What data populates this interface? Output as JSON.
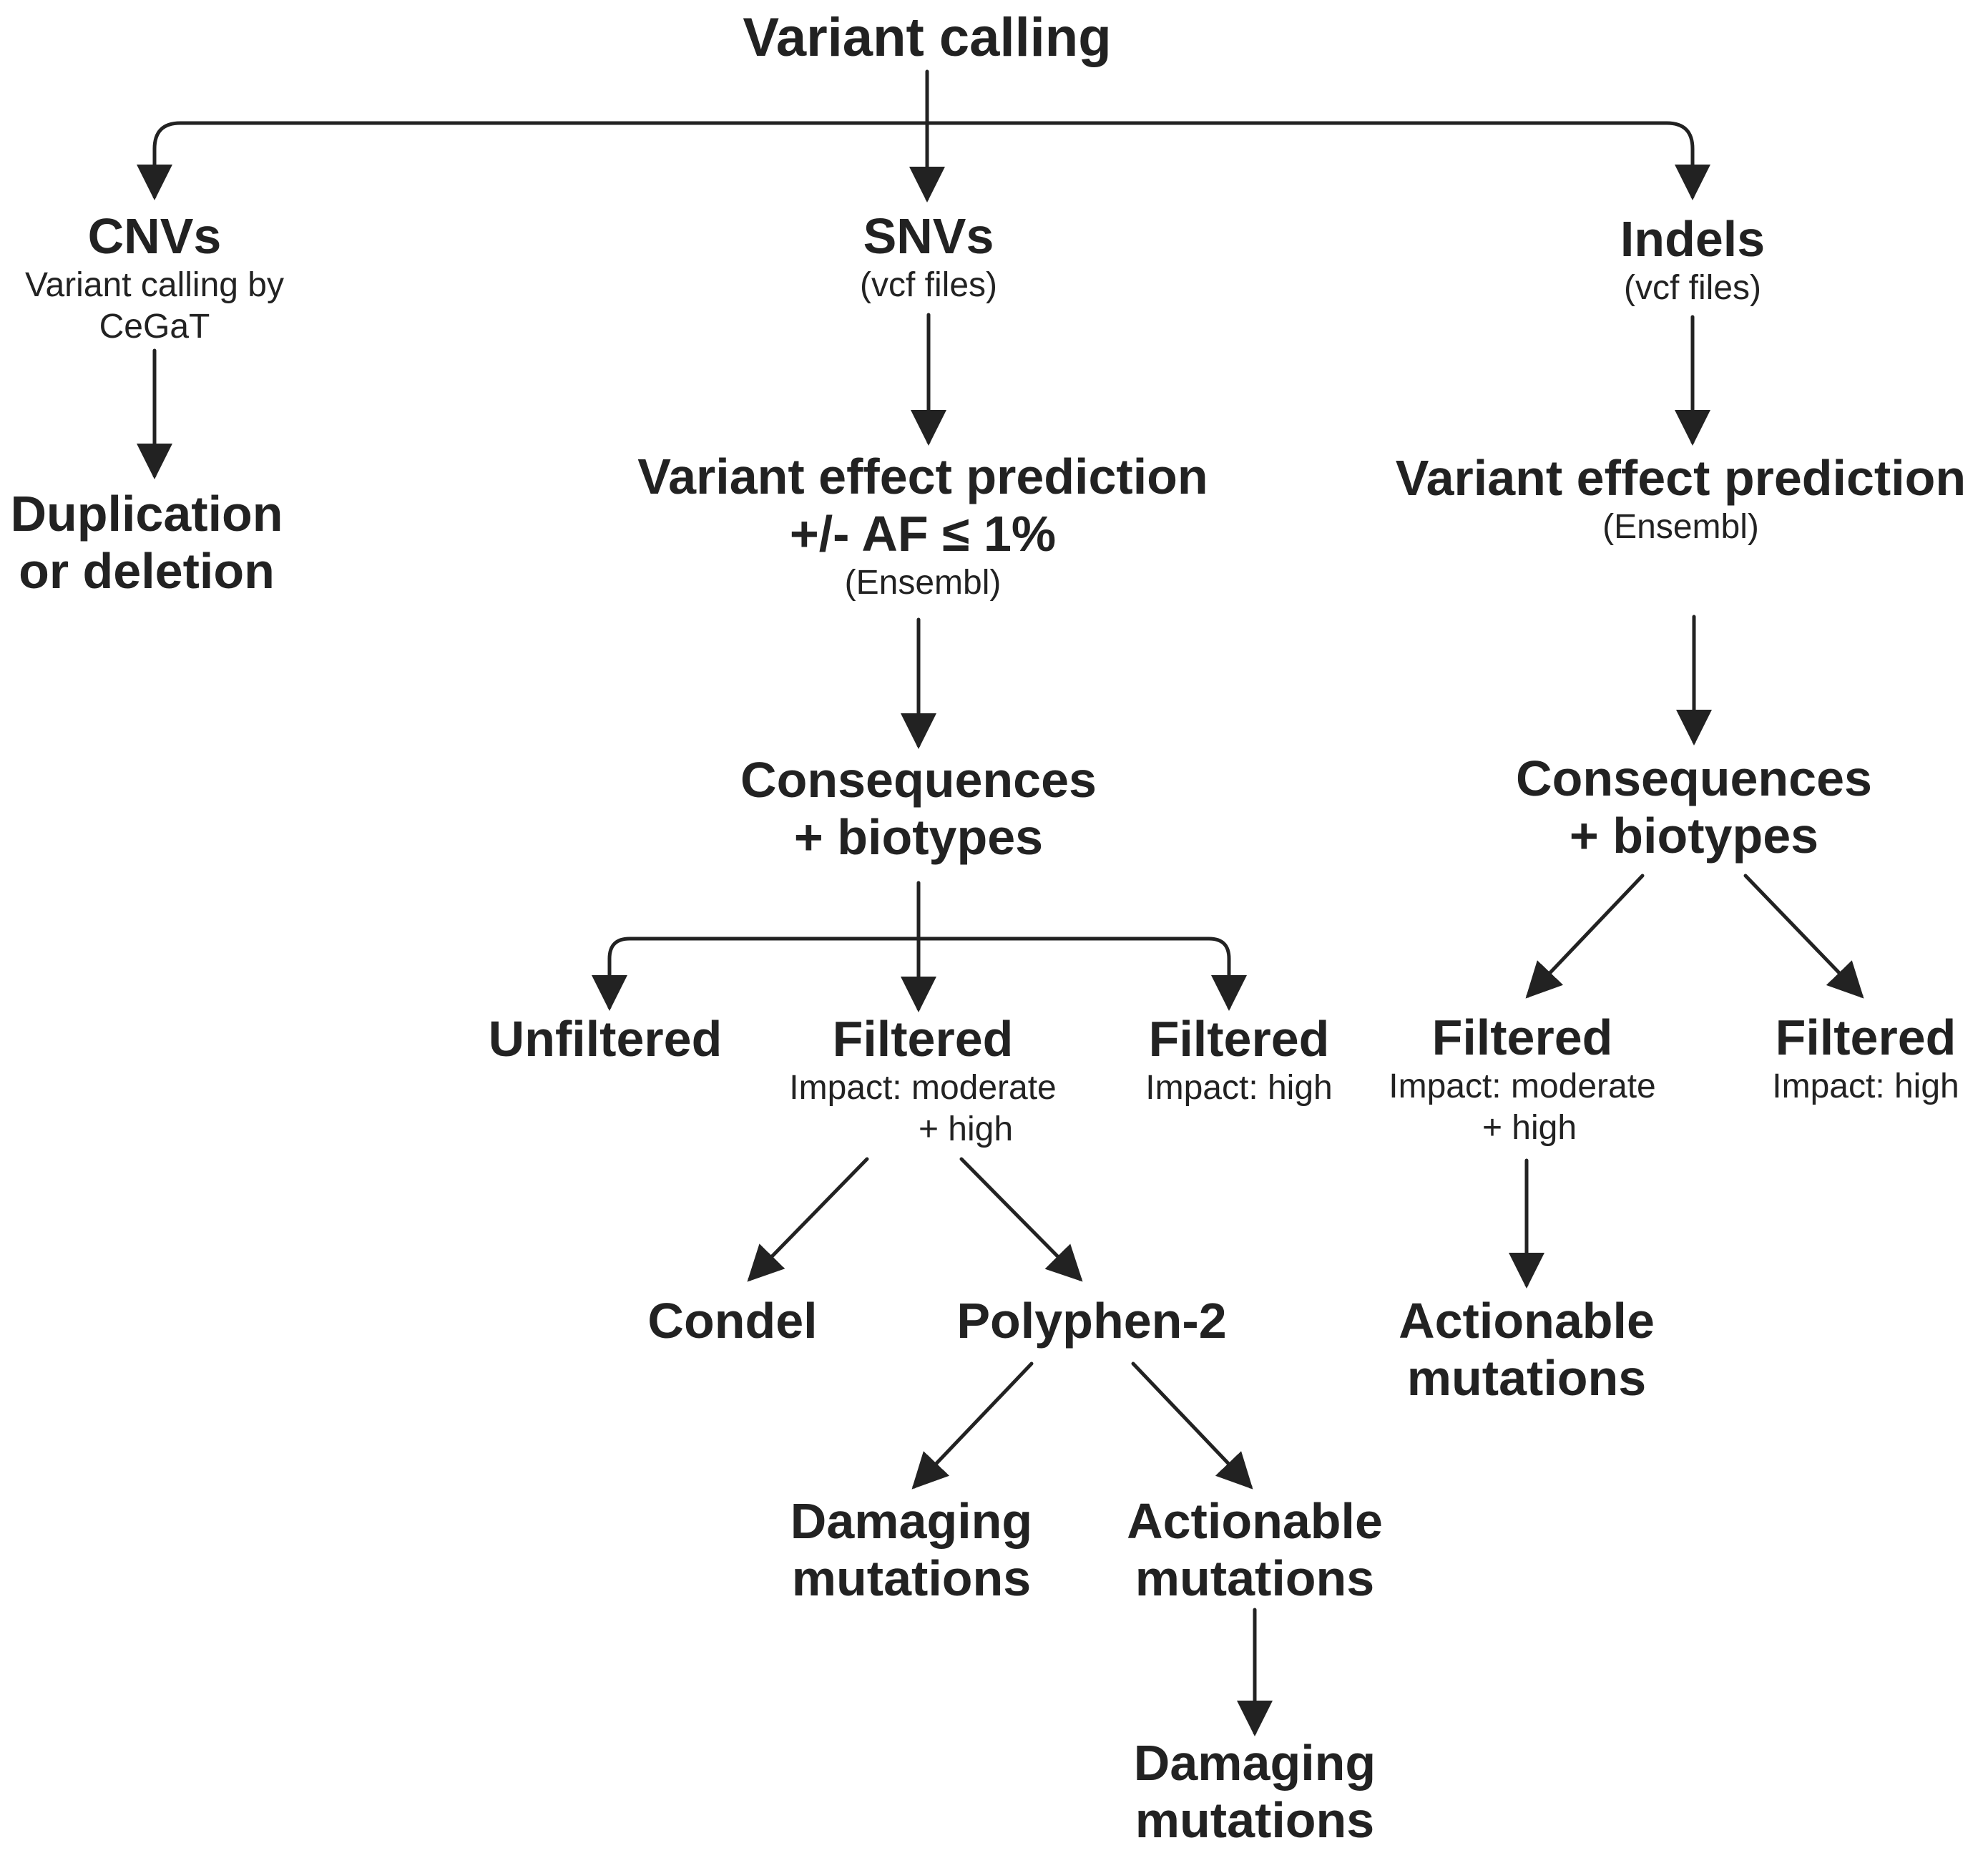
{
  "title": "Variant calling",
  "colors": {
    "text": "#222222",
    "line": "#222222",
    "background": "#ffffff"
  },
  "branches": {
    "cnvs": {
      "title": "CNVs",
      "sub_1": "Variant calling by",
      "sub_2": "CeGaT"
    },
    "snvs": {
      "title": "SNVs",
      "sub": "(vcf files)"
    },
    "indels": {
      "title": "Indels",
      "sub": "(vcf files)"
    }
  },
  "duplication": {
    "line_1": "Duplication",
    "line_2": "or deletion"
  },
  "snv_vep": {
    "line_1": "Variant effect prediction",
    "line_2": "+/- AF ≤ 1%",
    "sub": "(Ensembl)"
  },
  "indel_vep": {
    "line_1": "Variant effect prediction",
    "sub": "(Ensembl)"
  },
  "snv_consequences": {
    "line_1": "Consequences",
    "line_2": "+ biotypes"
  },
  "indel_consequences": {
    "line_1": "Consequences",
    "line_2": "+ biotypes"
  },
  "snv_unfiltered": {
    "title": "Unfiltered"
  },
  "snv_filtered_mod": {
    "title": "Filtered",
    "sub_1": "Impact: moderate",
    "sub_2": "+ high"
  },
  "snv_filtered_high": {
    "title": "Filtered",
    "sub": "Impact: high"
  },
  "indel_filtered_mod": {
    "title": "Filtered",
    "sub_1": "Impact: moderate",
    "sub_2": "+ high"
  },
  "indel_filtered_high": {
    "title": "Filtered",
    "sub": "Impact: high"
  },
  "condel": {
    "title": "Condel"
  },
  "polyphen": {
    "title": "Polyphen-2"
  },
  "indel_actionable": {
    "line_1": "Actionable",
    "line_2": "mutations"
  },
  "poly_damaging": {
    "line_1": "Damaging",
    "line_2": "mutations"
  },
  "poly_actionable": {
    "line_1": "Actionable",
    "line_2": "mutations"
  },
  "final_damaging": {
    "line_1": "Damaging",
    "line_2": "mutations"
  }
}
